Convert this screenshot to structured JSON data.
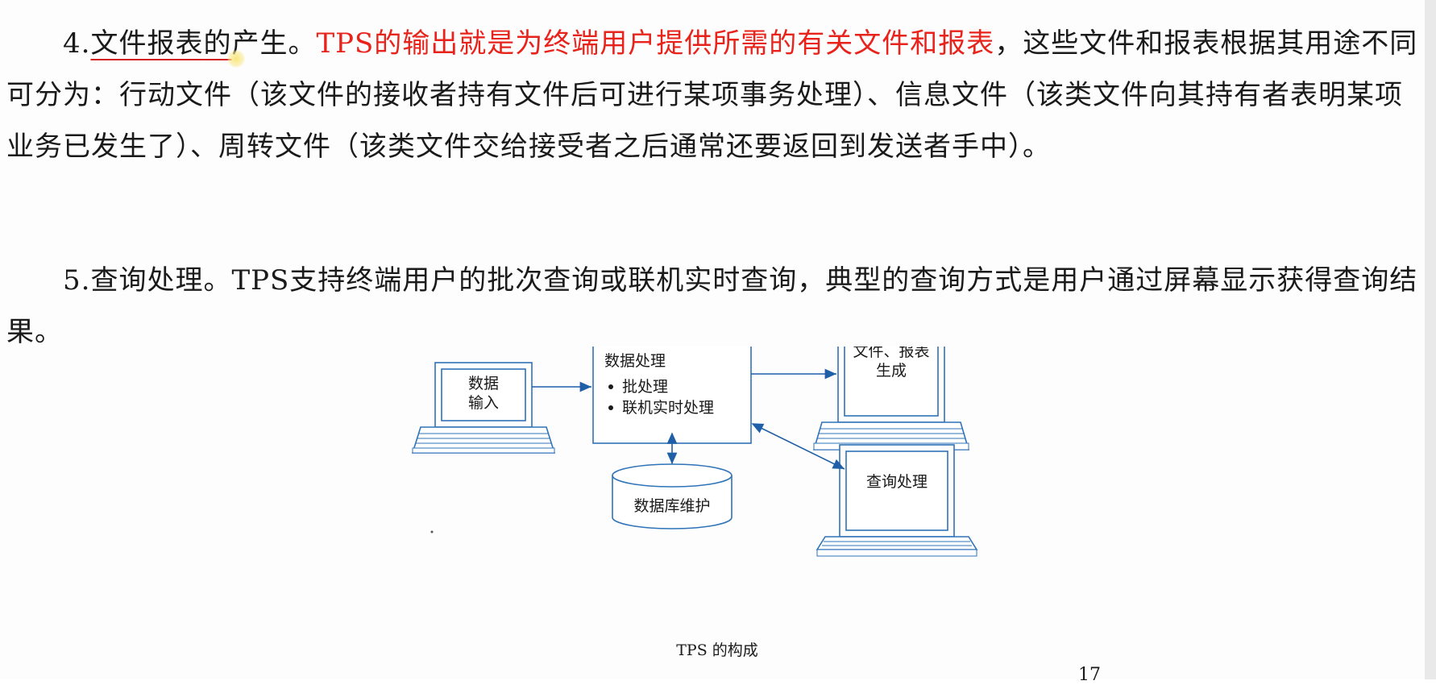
{
  "paragraph4": {
    "number": "4.",
    "underlined_part": "文件报表",
    "underlined_tail": "的",
    "head_rest": "产生。",
    "highlight": "TPS的输出就是为终端用户提供所需的有关文件和报表",
    "body": "，这些文件和报表根据其用途不同可分为：行动文件（该文件的接收者持有文件后可进行某项事务处理）、信息文件（该类文件向其持有者表明某项业务已发生了）、周转文件（该类文件交给接受者之后通常还要返回到发送者手中）。"
  },
  "paragraph5": {
    "text": "5.查询处理。TPS支持终端用户的批次查询或联机实时查询，典型的查询方式是用户通过屏幕显示获得查询结果。"
  },
  "diagram": {
    "input_line1": "数据",
    "input_line2": "输入",
    "process_title": "数据处理",
    "process_item1": "批处理",
    "process_item2": "联机实时处理",
    "output_line1": "文件、报表",
    "output_line2": "生成",
    "query_label": "查询处理",
    "db_label": "数据库维护",
    "caption": "TPS 的构成"
  },
  "colors": {
    "highlight": "#e8231b",
    "diagram_stroke": "#2f73b8",
    "arrow": "#1f5fa8"
  },
  "page_number": "17"
}
